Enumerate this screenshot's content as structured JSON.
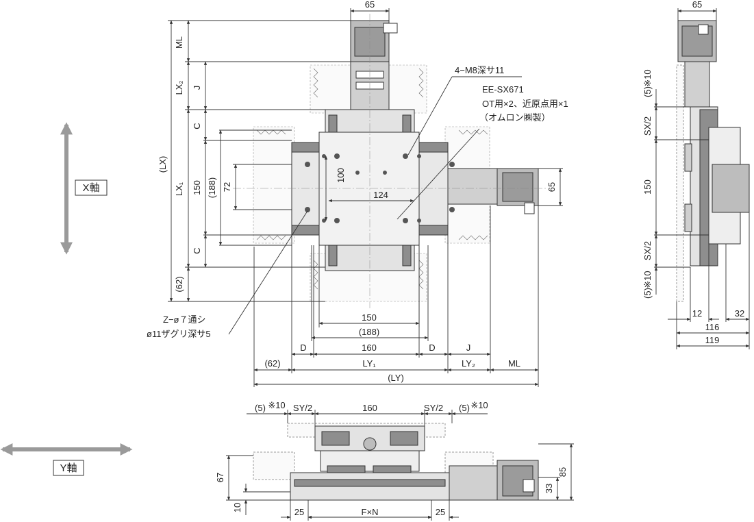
{
  "axes": {
    "x_label": "X軸",
    "y_label": "Y軸"
  },
  "callouts": {
    "tapped_holes": "4−M8深サ11",
    "sensor_model": "EE-SX671",
    "sensor_qty": "OT用×2、近原点用×1",
    "sensor_maker": "（オムロン㈱製）",
    "through_holes_1": "Z−ø７通シ",
    "through_holes_2": "ø11ザグリ深サ5"
  },
  "top_view": {
    "motor_width": "65",
    "ml": "ML",
    "lx2": "LX₂",
    "j_left": "J",
    "c_top": "C",
    "lx_total": "(LX)",
    "lx1": "LX₁",
    "d150": "150",
    "d188": "(188)",
    "d72": "72",
    "c_bottom": "C",
    "d62": "(62)",
    "d100": "100",
    "d124": "124",
    "x_motor_width": "65",
    "b150": "150",
    "b188": "(188)",
    "b_d_left": "D",
    "b160": "160",
    "b_d_right": "D",
    "b_j": "J",
    "b62": "(62)",
    "ly1": "LY₁",
    "ly2": "LY₂",
    "b_ml": "ML",
    "ly_total": "(LY)"
  },
  "side_view": {
    "width65": "65",
    "d5_top": "(5)",
    "note_top": "※10",
    "sx2_top": "SX/2",
    "d150": "150",
    "sx2_bottom": "SX/2",
    "d5_bottom": "(5)",
    "note_bottom": "※10",
    "d12": "12",
    "d32": "32",
    "d116": "116",
    "d119": "119"
  },
  "front_view": {
    "d5_left": "(5)",
    "note_left": "※10",
    "sy2_left": "SY/2",
    "d160": "160",
    "sy2_right": "SY/2",
    "d5_right": "(5)",
    "note_right": "※10",
    "d67": "67",
    "d10": "10",
    "d25_left": "25",
    "fxn": "F×N",
    "d25_right": "25",
    "d85": "85",
    "d33": "33"
  },
  "colors": {
    "arrow": "#9a9a9a",
    "stage": "#e3e3e3",
    "stage_dark": "#8e8e8e",
    "motor": "#bdbdbd",
    "line": "#333333"
  }
}
